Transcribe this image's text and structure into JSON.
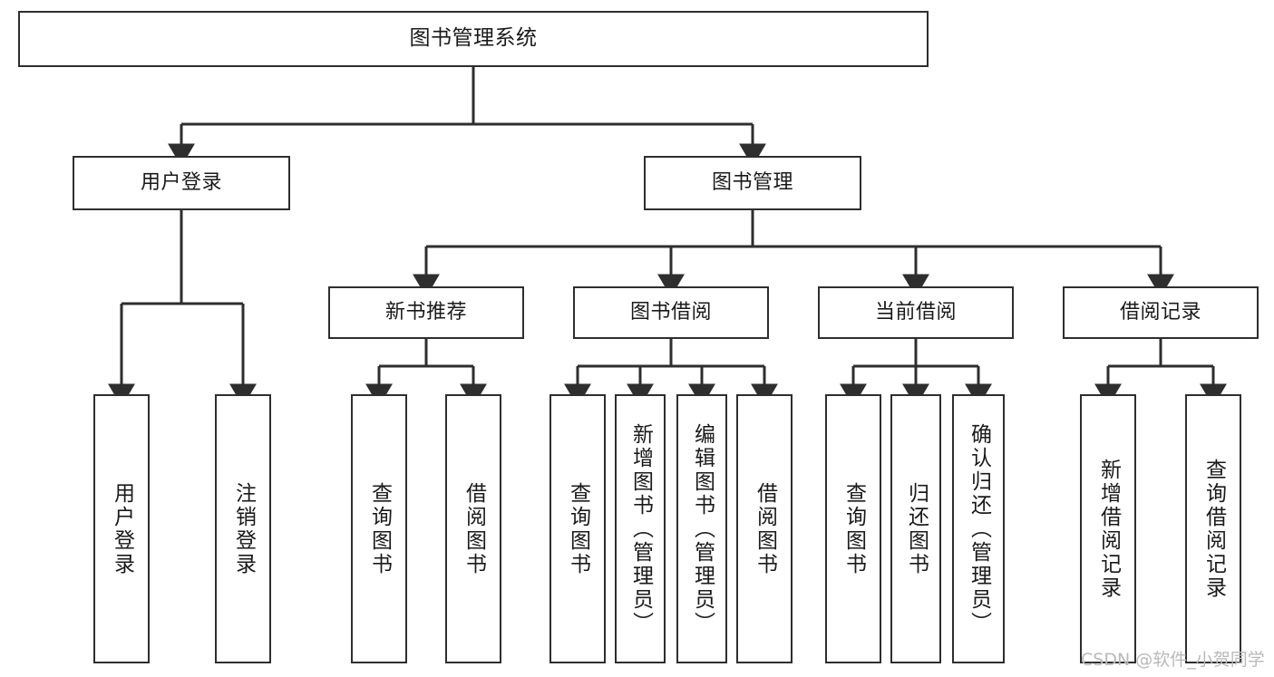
{
  "diagram": {
    "title": "图书管理系统",
    "type": "tree-hierarchy-diagram",
    "line_color": "#2e2e2e",
    "box_fill": "#ffffff",
    "text_color": "#1a1a1a",
    "nodes": {
      "root": {
        "label": "图书管理系统"
      },
      "level2": [
        {
          "label": "用户登录"
        },
        {
          "label": "图书管理"
        }
      ],
      "level3": [
        {
          "label": "新书推荐"
        },
        {
          "label": "图书借阅"
        },
        {
          "label": "当前借阅"
        },
        {
          "label": "借阅记录"
        }
      ],
      "leaves_user_login": [
        {
          "label": "用户登录"
        },
        {
          "label": "注销登录"
        }
      ],
      "leaves_new_book": [
        {
          "label": "查询图书"
        },
        {
          "label": "借阅图书"
        }
      ],
      "leaves_borrow": [
        {
          "label": "查询图书"
        },
        {
          "label": "新增图书（管理员）"
        },
        {
          "label": "编辑图书（管理员）"
        },
        {
          "label": "借阅图书"
        }
      ],
      "leaves_current": [
        {
          "label": "查询图书"
        },
        {
          "label": "归还图书"
        },
        {
          "label": "确认归还（管理员）"
        }
      ],
      "leaves_records": [
        {
          "label": "新增借阅记录"
        },
        {
          "label": "查询借阅记录"
        }
      ]
    }
  },
  "watermark": {
    "text": "CSDN @软件_小贺同学"
  }
}
